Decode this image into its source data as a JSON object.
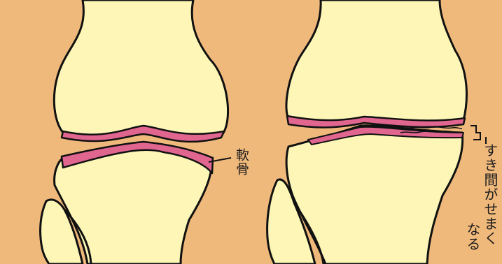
{
  "labels": {
    "cartilage": "軟骨",
    "gap_line1": "すき間がせまく",
    "gap_line2": "なる"
  },
  "colors": {
    "background": "#f0b97c",
    "bone": "#fdf6b6",
    "cartilage": "#e0668f",
    "outline": "#111111"
  }
}
